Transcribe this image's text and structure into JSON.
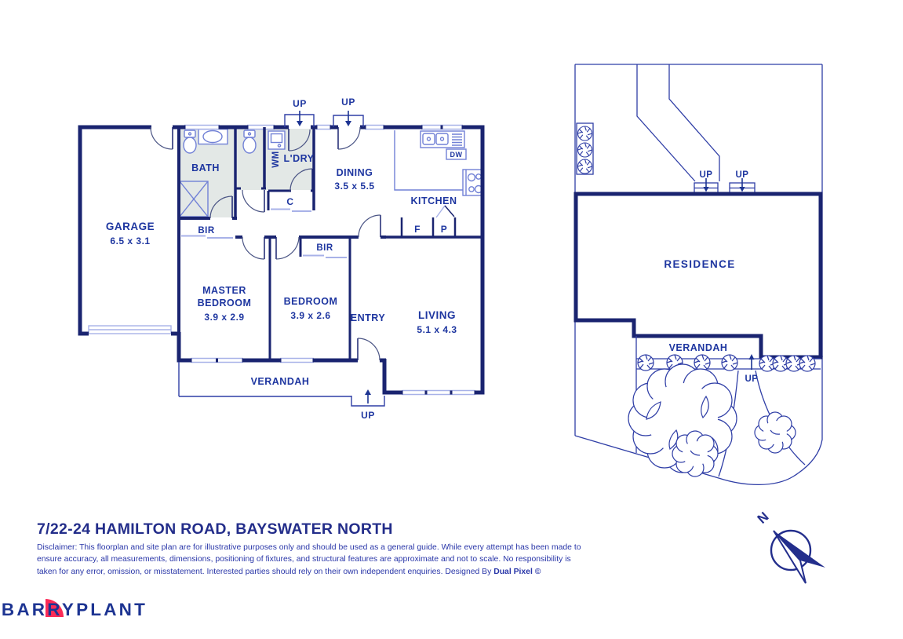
{
  "colors": {
    "wall_navy": "#1a2470",
    "label_blue": "#1e36a0",
    "fixture_blue": "#7181d6",
    "window_blue": "#a8b2e8",
    "site_blue": "#2f3ea6",
    "shade_fill": "#e3e8e6",
    "logo_red": "#fb2b57",
    "logo_navy": "#1d3492"
  },
  "floor_plan": {
    "garage": {
      "name": "GARAGE",
      "dims": "6.5 x 3.1"
    },
    "bath": {
      "name": "BATH"
    },
    "laundry": {
      "name": "L'DRY"
    },
    "wm": "WM",
    "closet": "C",
    "bir_master": "BIR",
    "bir_bedroom": "BIR",
    "dining": {
      "name": "DINING",
      "dims": "3.5 x 5.5"
    },
    "kitchen": {
      "name": "KITCHEN"
    },
    "dw": "DW",
    "fridge": "F",
    "pantry": "P",
    "master": {
      "line1": "MASTER",
      "line2": "BEDROOM",
      "dims": "3.9 x 2.9"
    },
    "bedroom": {
      "name": "BEDROOM",
      "dims": "3.9 x 2.6"
    },
    "entry": {
      "name": "ENTRY"
    },
    "living": {
      "name": "LIVING",
      "dims": "5.1 x 4.3"
    },
    "verandah": "VERANDAH",
    "up_top_left": "UP",
    "up_top_right": "UP",
    "up_bottom": "UP"
  },
  "site_plan": {
    "residence": "RESIDENCE",
    "verandah": "VERANDAH",
    "up_left": "UP",
    "up_right": "UP",
    "up_garden": "UP"
  },
  "compass": {
    "north": "N"
  },
  "footer": {
    "title": "7/22-24 HAMILTON ROAD, BAYSWATER NORTH",
    "disclaimer": "Disclaimer: This floorplan and site plan are for illustrative purposes only and should be used as a general guide. While every attempt has been made to ensure accuracy, all measurements, dimensions, positioning of fixtures, and structural features are approximate and not to scale. No responsibility is taken for any error, omission, or misstatement. Interested parties should rely on their own independent enquiries. Designed By ",
    "designer": "Dual Pixel ©"
  },
  "logo": {
    "brand": "BARRYPLANT"
  }
}
